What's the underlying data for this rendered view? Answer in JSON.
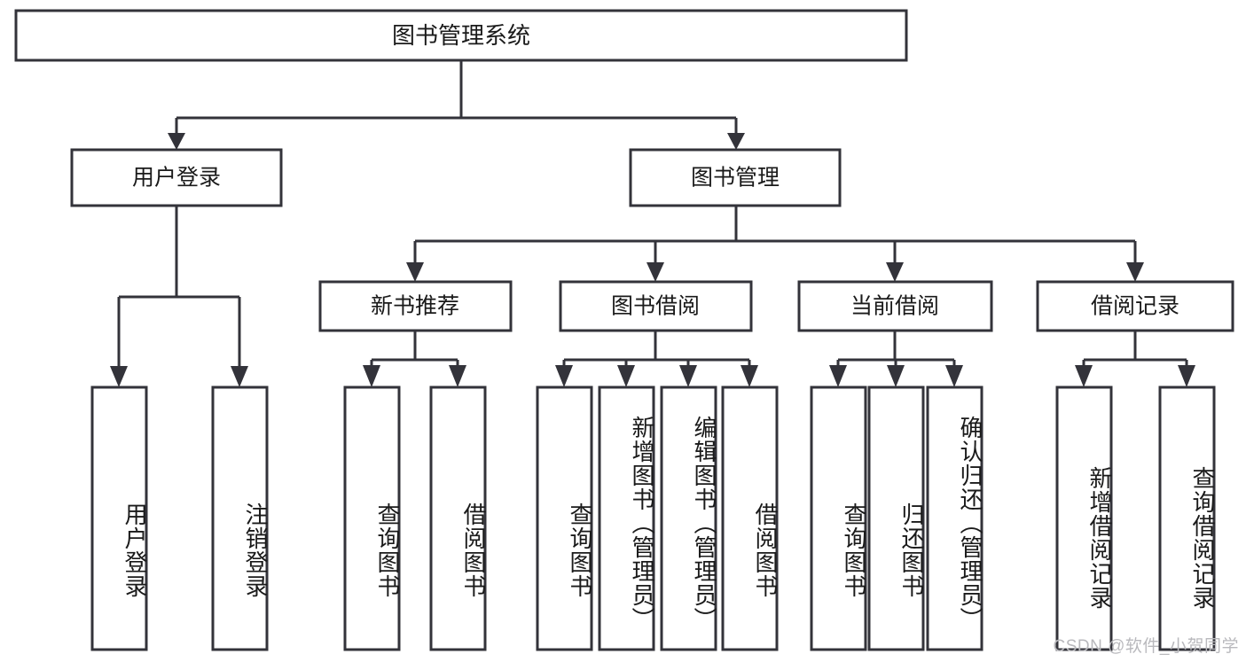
{
  "diagram": {
    "title": "图书管理系统",
    "type": "hierarchy-tree",
    "colors": {
      "box_stroke": "#33333a",
      "box_fill": "#ffffff",
      "text": "#1a1a1a",
      "connector": "#33333a",
      "watermark": "#b9b9bd"
    },
    "root": {
      "label": "图书管理系统"
    },
    "level2": [
      {
        "label": "用户登录"
      },
      {
        "label": "图书管理"
      }
    ],
    "level3": [
      {
        "label": "新书推荐"
      },
      {
        "label": "图书借阅"
      },
      {
        "label": "当前借阅"
      },
      {
        "label": "借阅记录"
      }
    ],
    "leaves": {
      "user_login": [
        {
          "label": "用户登录"
        },
        {
          "label": "注销登录"
        }
      ],
      "new_book": [
        {
          "label": "查询图书"
        },
        {
          "label": "借阅图书"
        }
      ],
      "book_borrow": [
        {
          "label": "查询图书"
        },
        {
          "label": "新增图书（管理员）"
        },
        {
          "label": "编辑图书（管理员）"
        },
        {
          "label": "借阅图书"
        }
      ],
      "current_borrow": [
        {
          "label": "查询图书"
        },
        {
          "label": "归还图书"
        },
        {
          "label": "确认归还（管理员）"
        }
      ],
      "borrow_record": [
        {
          "label": "新增借阅记录"
        },
        {
          "label": "查询借阅记录"
        }
      ]
    }
  },
  "watermark": {
    "text": "CSDN @软件_小贺同学"
  }
}
